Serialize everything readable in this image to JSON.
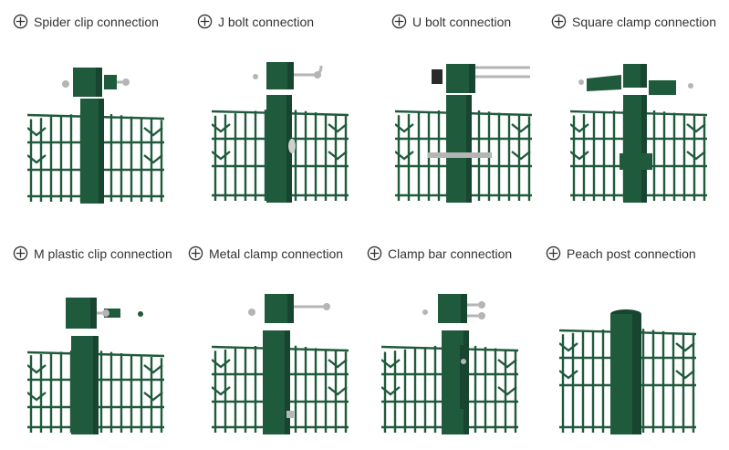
{
  "items": [
    {
      "label": "Spider clip connection",
      "icon": "circle-plus-icon"
    },
    {
      "label": "J bolt connection",
      "icon": "circle-plus-icon"
    },
    {
      "label": "U bolt connection",
      "icon": "circle-plus-icon"
    },
    {
      "label": "Square clamp connection",
      "icon": "circle-plus-icon"
    },
    {
      "label": "M plastic clip connection",
      "icon": "circle-plus-icon"
    },
    {
      "label": "Metal clamp connection",
      "icon": "circle-plus-icon"
    },
    {
      "label": "Clamp bar connection",
      "icon": "circle-plus-icon"
    },
    {
      "label": "Peach post connection",
      "icon": "circle-plus-icon"
    }
  ],
  "colors": {
    "fence": "#1f5a3c",
    "fence_dark": "#174530",
    "metal": "#b5b5b5",
    "text": "#333333"
  }
}
